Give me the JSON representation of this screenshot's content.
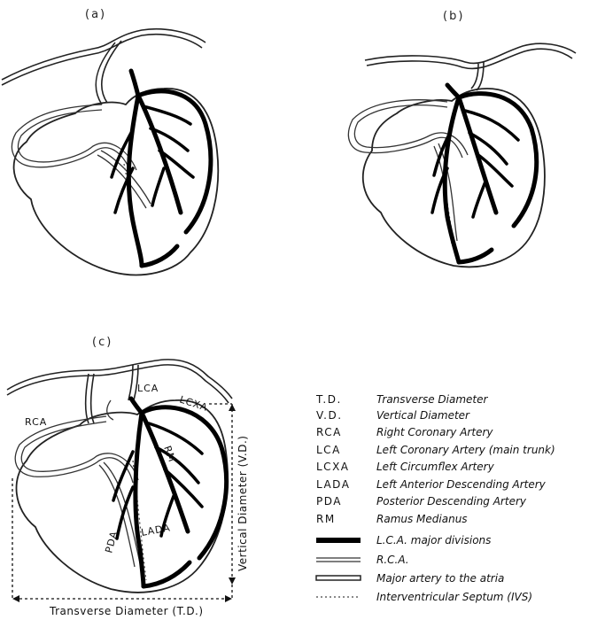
{
  "panels": {
    "a": {
      "label": "(a)"
    },
    "b": {
      "label": "(b)"
    },
    "c": {
      "label": "(c)",
      "annotations": {
        "rca": "RCA",
        "lca": "LCA",
        "lcxa": "LCXA",
        "rm": "RM",
        "pda": "PDA",
        "lada": "LADA",
        "transverse": "Transverse Diameter (T.D.)",
        "vertical": "Vertical Diameter (V.D.)"
      }
    }
  },
  "legend": {
    "abbreviations": [
      {
        "abbr": "T.D.",
        "desc": "Transverse Diameter"
      },
      {
        "abbr": "V.D.",
        "desc": "Vertical Diameter"
      },
      {
        "abbr": "RCA",
        "desc": "Right Coronary Artery"
      },
      {
        "abbr": "LCA",
        "desc": "Left Coronary Artery (main trunk)"
      },
      {
        "abbr": "LCXA",
        "desc": "Left Circumflex Artery"
      },
      {
        "abbr": "LADA",
        "desc": "Left Anterior Descending Artery"
      },
      {
        "abbr": "PDA",
        "desc": "Posterior Descending Artery"
      },
      {
        "abbr": "RM",
        "desc": "Ramus Medianus"
      }
    ],
    "line_styles": [
      {
        "style": "lca-major",
        "desc": "L.C.A. major divisions"
      },
      {
        "style": "rca",
        "desc": "R.C.A."
      },
      {
        "style": "atria",
        "desc": "Major artery to the atria"
      },
      {
        "style": "ivs",
        "desc": "Interventricular Septum (IVS)"
      }
    ]
  }
}
